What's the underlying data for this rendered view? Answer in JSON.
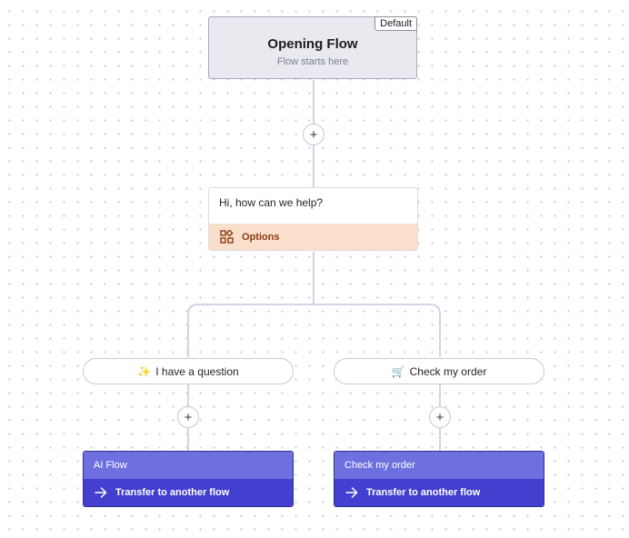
{
  "start_node": {
    "title": "Opening Flow",
    "subtitle": "Flow starts here",
    "badge": "Default"
  },
  "add_button_glyph": "+",
  "message_node": {
    "text": "Hi, how can we help?",
    "options_label": "Options",
    "options_icon": "widgets-icon"
  },
  "options": [
    {
      "emoji": "✨",
      "label": "I have a question"
    },
    {
      "emoji": "🛒",
      "label": "Check my order"
    }
  ],
  "flows": [
    {
      "title": "AI Flow",
      "action": "Transfer to another flow",
      "action_icon": "arrow-right-icon"
    },
    {
      "title": "Check my order",
      "action": "Transfer to another flow",
      "action_icon": "arrow-right-icon"
    }
  ],
  "colors": {
    "connector": "#d3d4e6",
    "flow_header": "#6e70e0",
    "flow_action": "#4340cf",
    "options_bg": "#fadfcc",
    "options_text": "#8a3c14"
  }
}
